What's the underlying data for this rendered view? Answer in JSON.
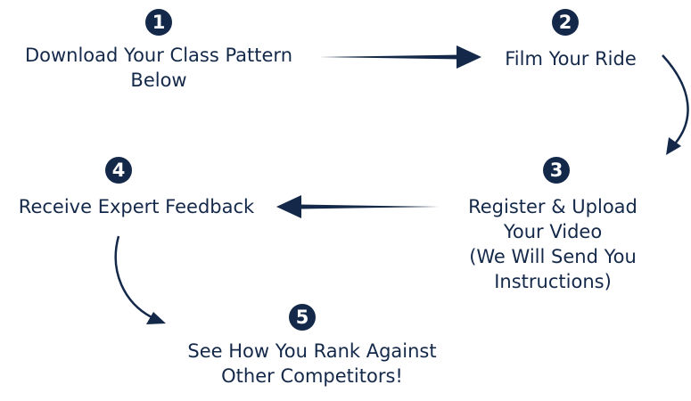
{
  "steps": [
    {
      "number": "1",
      "lines": [
        "Download Your Class Pattern",
        "Below"
      ]
    },
    {
      "number": "2",
      "lines": [
        "Film Your Ride"
      ]
    },
    {
      "number": "3",
      "lines": [
        "Register & Upload",
        "Your Video",
        "(We Will Send You",
        "Instructions)"
      ]
    },
    {
      "number": "4",
      "lines": [
        "Receive Expert Feedback"
      ]
    },
    {
      "number": "5",
      "lines": [
        "See How You Rank Against",
        "Other Competitors!"
      ]
    }
  ],
  "colors": {
    "primary": "#14294a",
    "background": "#ffffff"
  }
}
